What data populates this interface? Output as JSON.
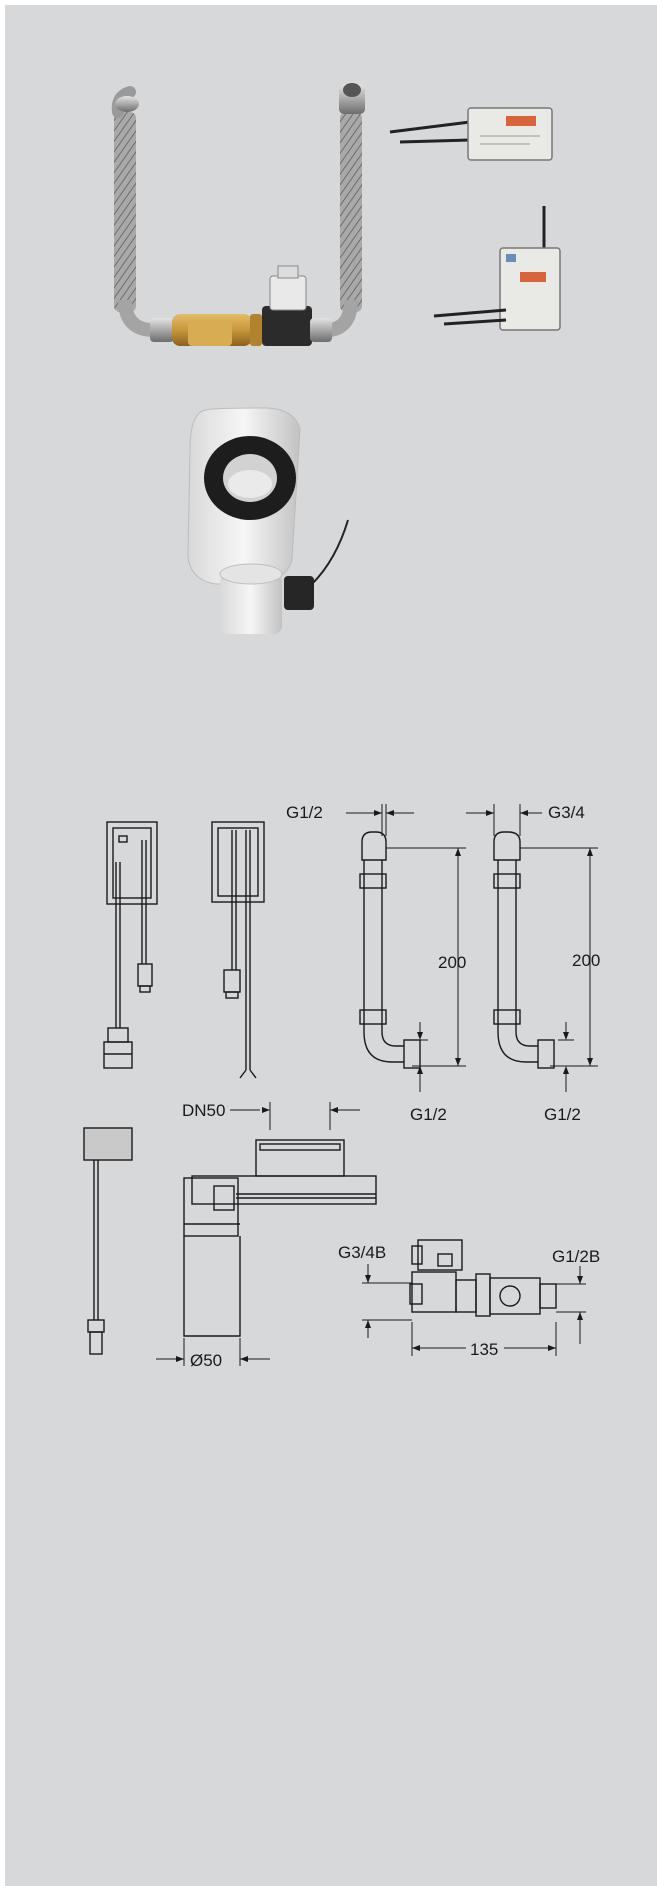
{
  "hoses": {
    "left": {
      "top_thread": "G1/2",
      "length": "200",
      "bottom_thread": "G1/2"
    },
    "right": {
      "top_thread": "G3/4",
      "length": "200",
      "bottom_thread": "G1/2"
    }
  },
  "trap": {
    "outlet": "DN50",
    "diameter": "Ø50"
  },
  "valve": {
    "inlet": "G3/4B",
    "outlet": "G1/2B",
    "length": "135"
  },
  "colors": {
    "background": "#d7d8da",
    "line": "#1a1a1a",
    "brass": "#c89a3a",
    "steel": "#b8b8b8"
  }
}
